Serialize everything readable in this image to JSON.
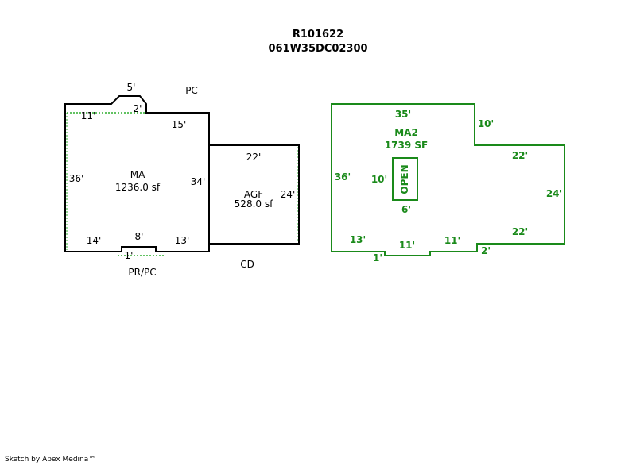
{
  "header": {
    "line1": "R101622",
    "line2": "061W35DC02300"
  },
  "sketch_left": {
    "ma": {
      "name": "MA",
      "area": "1236.0 sf"
    },
    "agf": {
      "name": "AGF",
      "area": "528.0 sf"
    },
    "dims": {
      "top_5": "5'",
      "top_11": "11'",
      "top_2": "2'",
      "top_15": "15'",
      "left_36": "36'",
      "right_34": "34'",
      "bottom_14": "14'",
      "bottom_8": "8'",
      "bottom_13": "13'",
      "bottom_1": "1'",
      "agf_top_22": "22'",
      "agf_right_24": "24'"
    },
    "labels": {
      "pc": "PC",
      "pr_pc": "PR/PC",
      "cd": "CD"
    }
  },
  "sketch_right": {
    "ma2": {
      "name": "MA2",
      "area": "1739 SF"
    },
    "open": {
      "name": "OPEN",
      "dim_10": "10'",
      "dim_6": "6'"
    },
    "dims": {
      "top_35": "35'",
      "right_10": "10'",
      "top_22": "22'",
      "right_24": "24'",
      "bottom_22": "22'",
      "bottom_2": "2'",
      "bottom_11a": "11'",
      "bottom_11b": "11'",
      "bottom_1": "1'",
      "bottom_13": "13'",
      "left_36": "36'"
    }
  },
  "footer": {
    "credit": "Sketch by Apex Medina™"
  },
  "colors": {
    "line": "#000000",
    "green": "#1a8a1a",
    "dotted": "#2fae2f"
  }
}
